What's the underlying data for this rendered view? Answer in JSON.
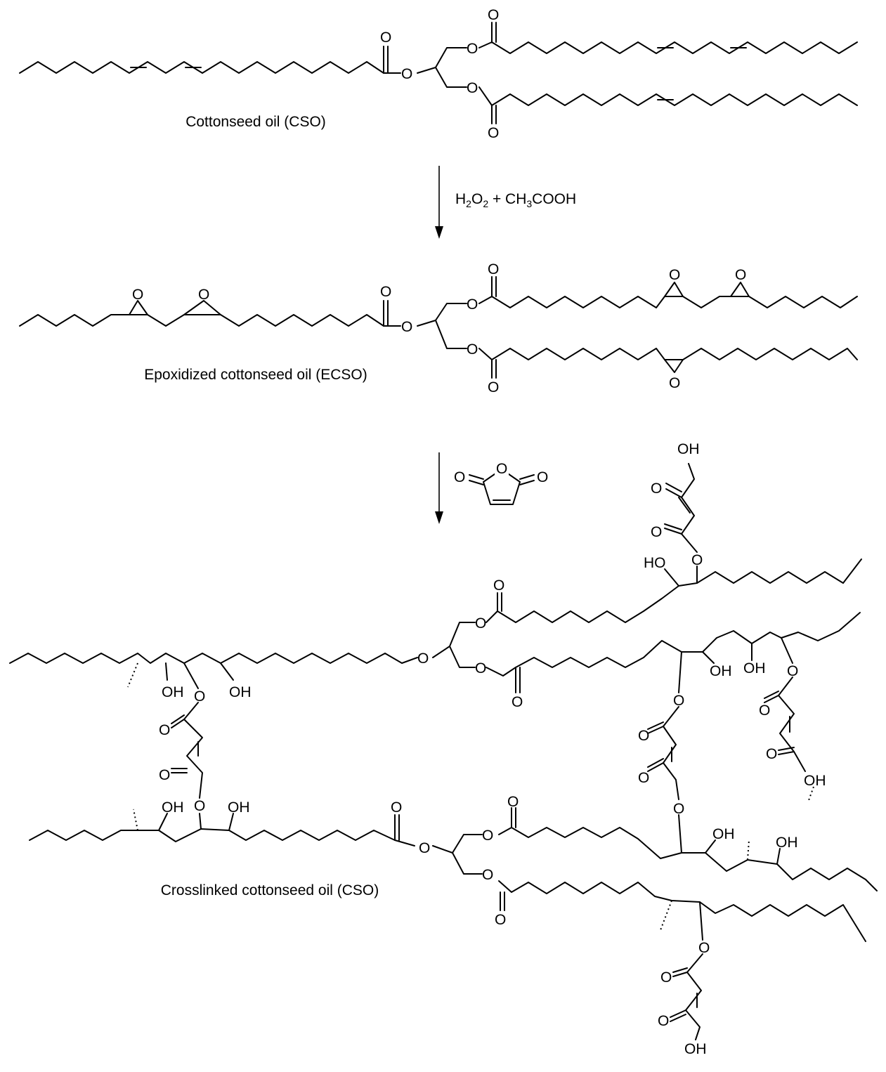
{
  "captions": {
    "cso": "Cottonseed oil (CSO)",
    "ecso": "Epoxidized cottonseed oil (ECSO)",
    "crosslinked": "Crosslinked cottonseed oil (CSO)"
  },
  "reagents": {
    "step1": {
      "h": "H",
      "two_a": "2",
      "o": "O",
      "two_b": "2",
      "plus": " + CH",
      "three": "3",
      "rest": "COOH"
    },
    "step2": {
      "name": ""
    }
  },
  "atoms": {
    "O": "O",
    "OH": "OH",
    "HO": "HO"
  }
}
